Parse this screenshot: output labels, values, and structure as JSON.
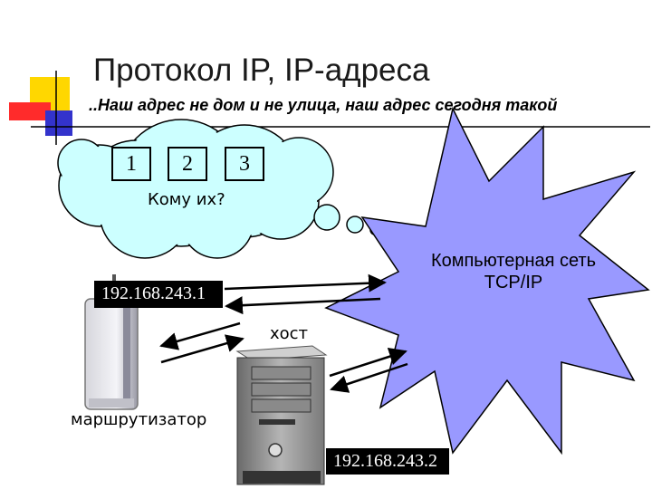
{
  "title": "Протокол IP, IP-адреса",
  "subtitle": "..Наш адрес не дом и не улица, наш адрес сегодня такой",
  "cloud": {
    "boxes": [
      "1",
      "2",
      "3"
    ],
    "question": "Кому их?"
  },
  "network": {
    "line1": "Компьютерная сеть",
    "line2": "TCP/IP"
  },
  "router": {
    "ip": "192.168.243.1",
    "label": "маршрутизатор"
  },
  "host": {
    "label": "хост",
    "ip": "192.168.243.2"
  },
  "colors": {
    "cloud_fill": "#ccffff",
    "star_fill": "#9999ff",
    "deco_yellow": "#ffd700",
    "deco_red": "#ff2b2b",
    "deco_blue": "#3333cc"
  }
}
